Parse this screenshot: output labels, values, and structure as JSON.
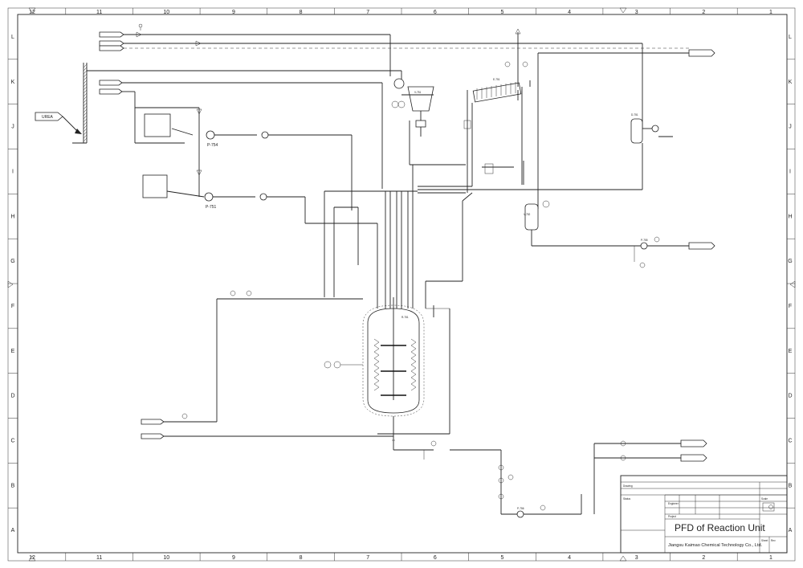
{
  "title_block": {
    "title": "PFD of Reaction Unit",
    "company": "Jiangsu Kaimao Chemical Technology Co., Ltd.",
    "labels": {
      "drawing": "Drawing",
      "status": "Status",
      "engineer": "Engineer",
      "project": "Project",
      "scale": "Scale",
      "sheet": "Sheet",
      "rev": "Rev"
    }
  },
  "grid": {
    "columns": [
      "12",
      "11",
      "10",
      "9",
      "8",
      "7",
      "6",
      "5",
      "4",
      "3",
      "2",
      "1"
    ],
    "rows": [
      "L",
      "K",
      "J",
      "I",
      "H",
      "G",
      "F",
      "E",
      "D",
      "C",
      "B",
      "A"
    ]
  },
  "feed": {
    "urea": "UREA"
  },
  "equipment": {
    "r751": "R-751",
    "p754": "P-754",
    "p751": "P-751",
    "p755": "P-755",
    "p756": "P-756",
    "e751": "E-751",
    "d751": "D-751",
    "v751": "V-751",
    "v752": "V-752"
  }
}
